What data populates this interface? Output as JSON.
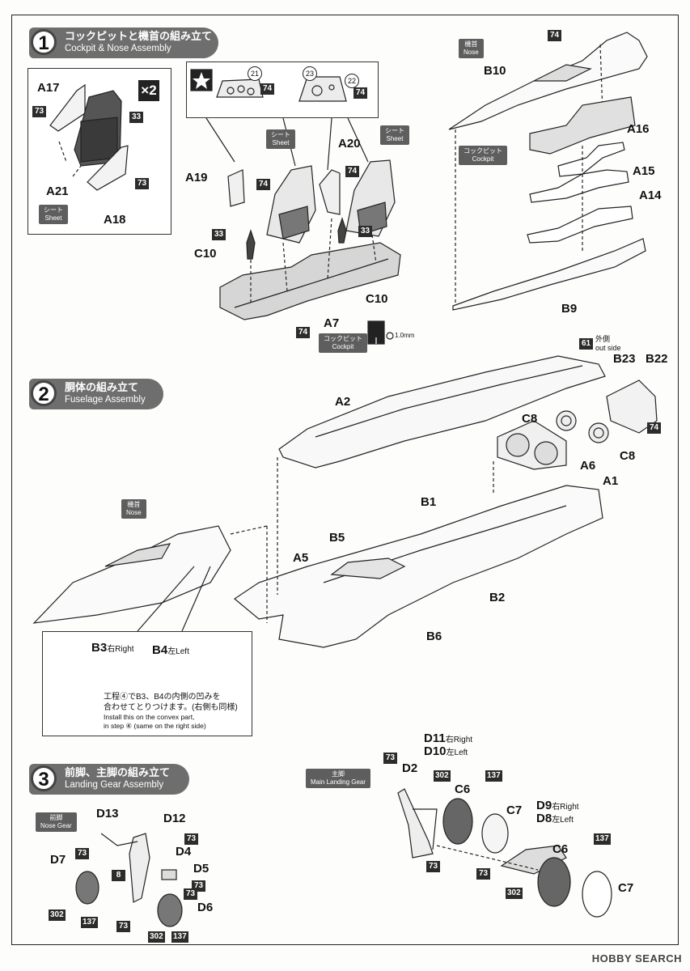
{
  "steps": [
    {
      "num": "1",
      "jp": "コックピットと機首の組み立て",
      "en": "Cockpit & Nose Assembly"
    },
    {
      "num": "2",
      "jp": "胴体の組み立て",
      "en": "Fuselage Assembly"
    },
    {
      "num": "3",
      "jp": "前脚、主脚の組み立て",
      "en": "Landing Gear Assembly"
    }
  ],
  "tags": {
    "sheet_jp": "シート",
    "sheet_en": "Sheet",
    "nose_jp": "機首",
    "nose_en": "Nose",
    "cockpit_jp": "コックピット",
    "cockpit_en": "Cockpit",
    "nose_gear_jp": "前脚",
    "nose_gear_en": "Nose Gear",
    "main_gear_jp": "主脚",
    "main_gear_en": "Main Landing Gear"
  },
  "multiplier": "×2",
  "drill": "1.0mm",
  "outside": {
    "jp": "外側",
    "en": "out side"
  },
  "parts": {
    "A17": "A17",
    "A18": "A18",
    "A21": "A21",
    "A19": "A19",
    "A20": "A20",
    "C10a": "C10",
    "C10b": "C10",
    "A7": "A7",
    "B10": "B10",
    "A16": "A16",
    "A15": "A15",
    "A14": "A14",
    "B9": "B9",
    "A2": "A2",
    "B23": "B23",
    "B22": "B22",
    "C8a": "C8",
    "C8b": "C8",
    "A6": "A6",
    "A1": "A1",
    "B1": "B1",
    "B5": "B5",
    "A5": "A5",
    "B2": "B2",
    "B6": "B6",
    "B3": "B3",
    "B3_side": "右Right",
    "B4": "B4",
    "B4_side": "左Left",
    "D11": "D11",
    "D11_side": "右Right",
    "D10": "D10",
    "D10_side": "左Left",
    "D2": "D2",
    "C6a": "C6",
    "C7a": "C7",
    "D9": "D9",
    "D9_side": "右Right",
    "D8": "D8",
    "D8_side": "左Left",
    "C6b": "C6",
    "C7b": "C7",
    "D13": "D13",
    "D12": "D12",
    "D4": "D4",
    "D5": "D5",
    "D7": "D7",
    "D6": "D6"
  },
  "paint_codes": {
    "c73": "73",
    "c33": "33",
    "c74": "74",
    "c61": "61",
    "c302": "302",
    "c137": "137",
    "c8": "8"
  },
  "decals": {
    "d21": "21",
    "d22": "22",
    "d23": "23"
  },
  "note_b3b4": {
    "jp1": "工程④でB3、B4の内側の凹みを",
    "jp2": "合わせてとりつけます。(右側も同様)",
    "en1": "Install this on the convex part,",
    "en2": "in step ④ (same on the right side)"
  },
  "watermark": "HOBBY SEARCH"
}
